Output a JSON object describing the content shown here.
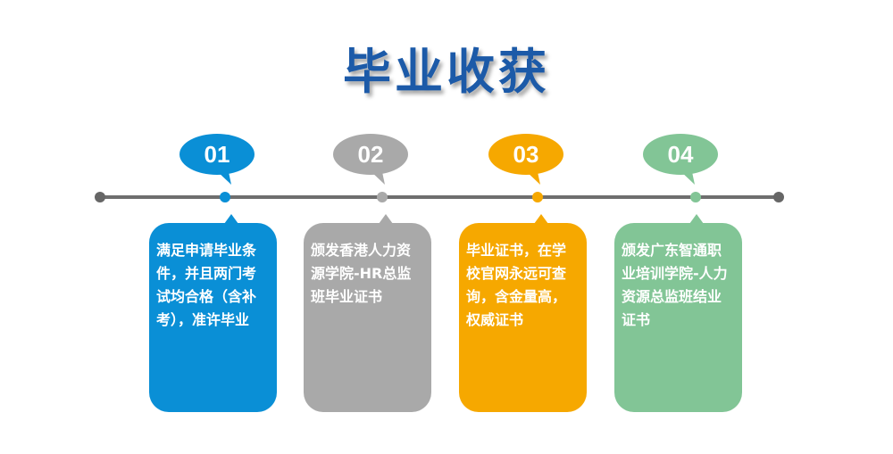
{
  "title": "毕业收获",
  "colors": {
    "blue": "#0a8fd6",
    "gray": "#a9a9a9",
    "orange": "#f6a800",
    "green": "#82c596",
    "title": "#1c5aa8",
    "line": "#6e6e6e"
  },
  "steps": [
    {
      "number": "01",
      "color": "#0a8fd6",
      "lines": [
        "满足申请毕业条",
        "件，并且两门考",
        "试均合格（含补",
        "考），准许毕业"
      ]
    },
    {
      "number": "02",
      "color": "#a9a9a9",
      "lines": [
        "颁发香港人力资",
        "源学院-HR总监",
        "班毕业证书"
      ]
    },
    {
      "number": "03",
      "color": "#f6a800",
      "lines": [
        "毕业证书，在学",
        "校官网永远可查",
        "询，含金量高，",
        "权威证书"
      ]
    },
    {
      "number": "04",
      "color": "#82c596",
      "lines": [
        "颁发广东智通职",
        "业培训学院-人力",
        "资源总监班结业",
        "证书"
      ]
    }
  ]
}
